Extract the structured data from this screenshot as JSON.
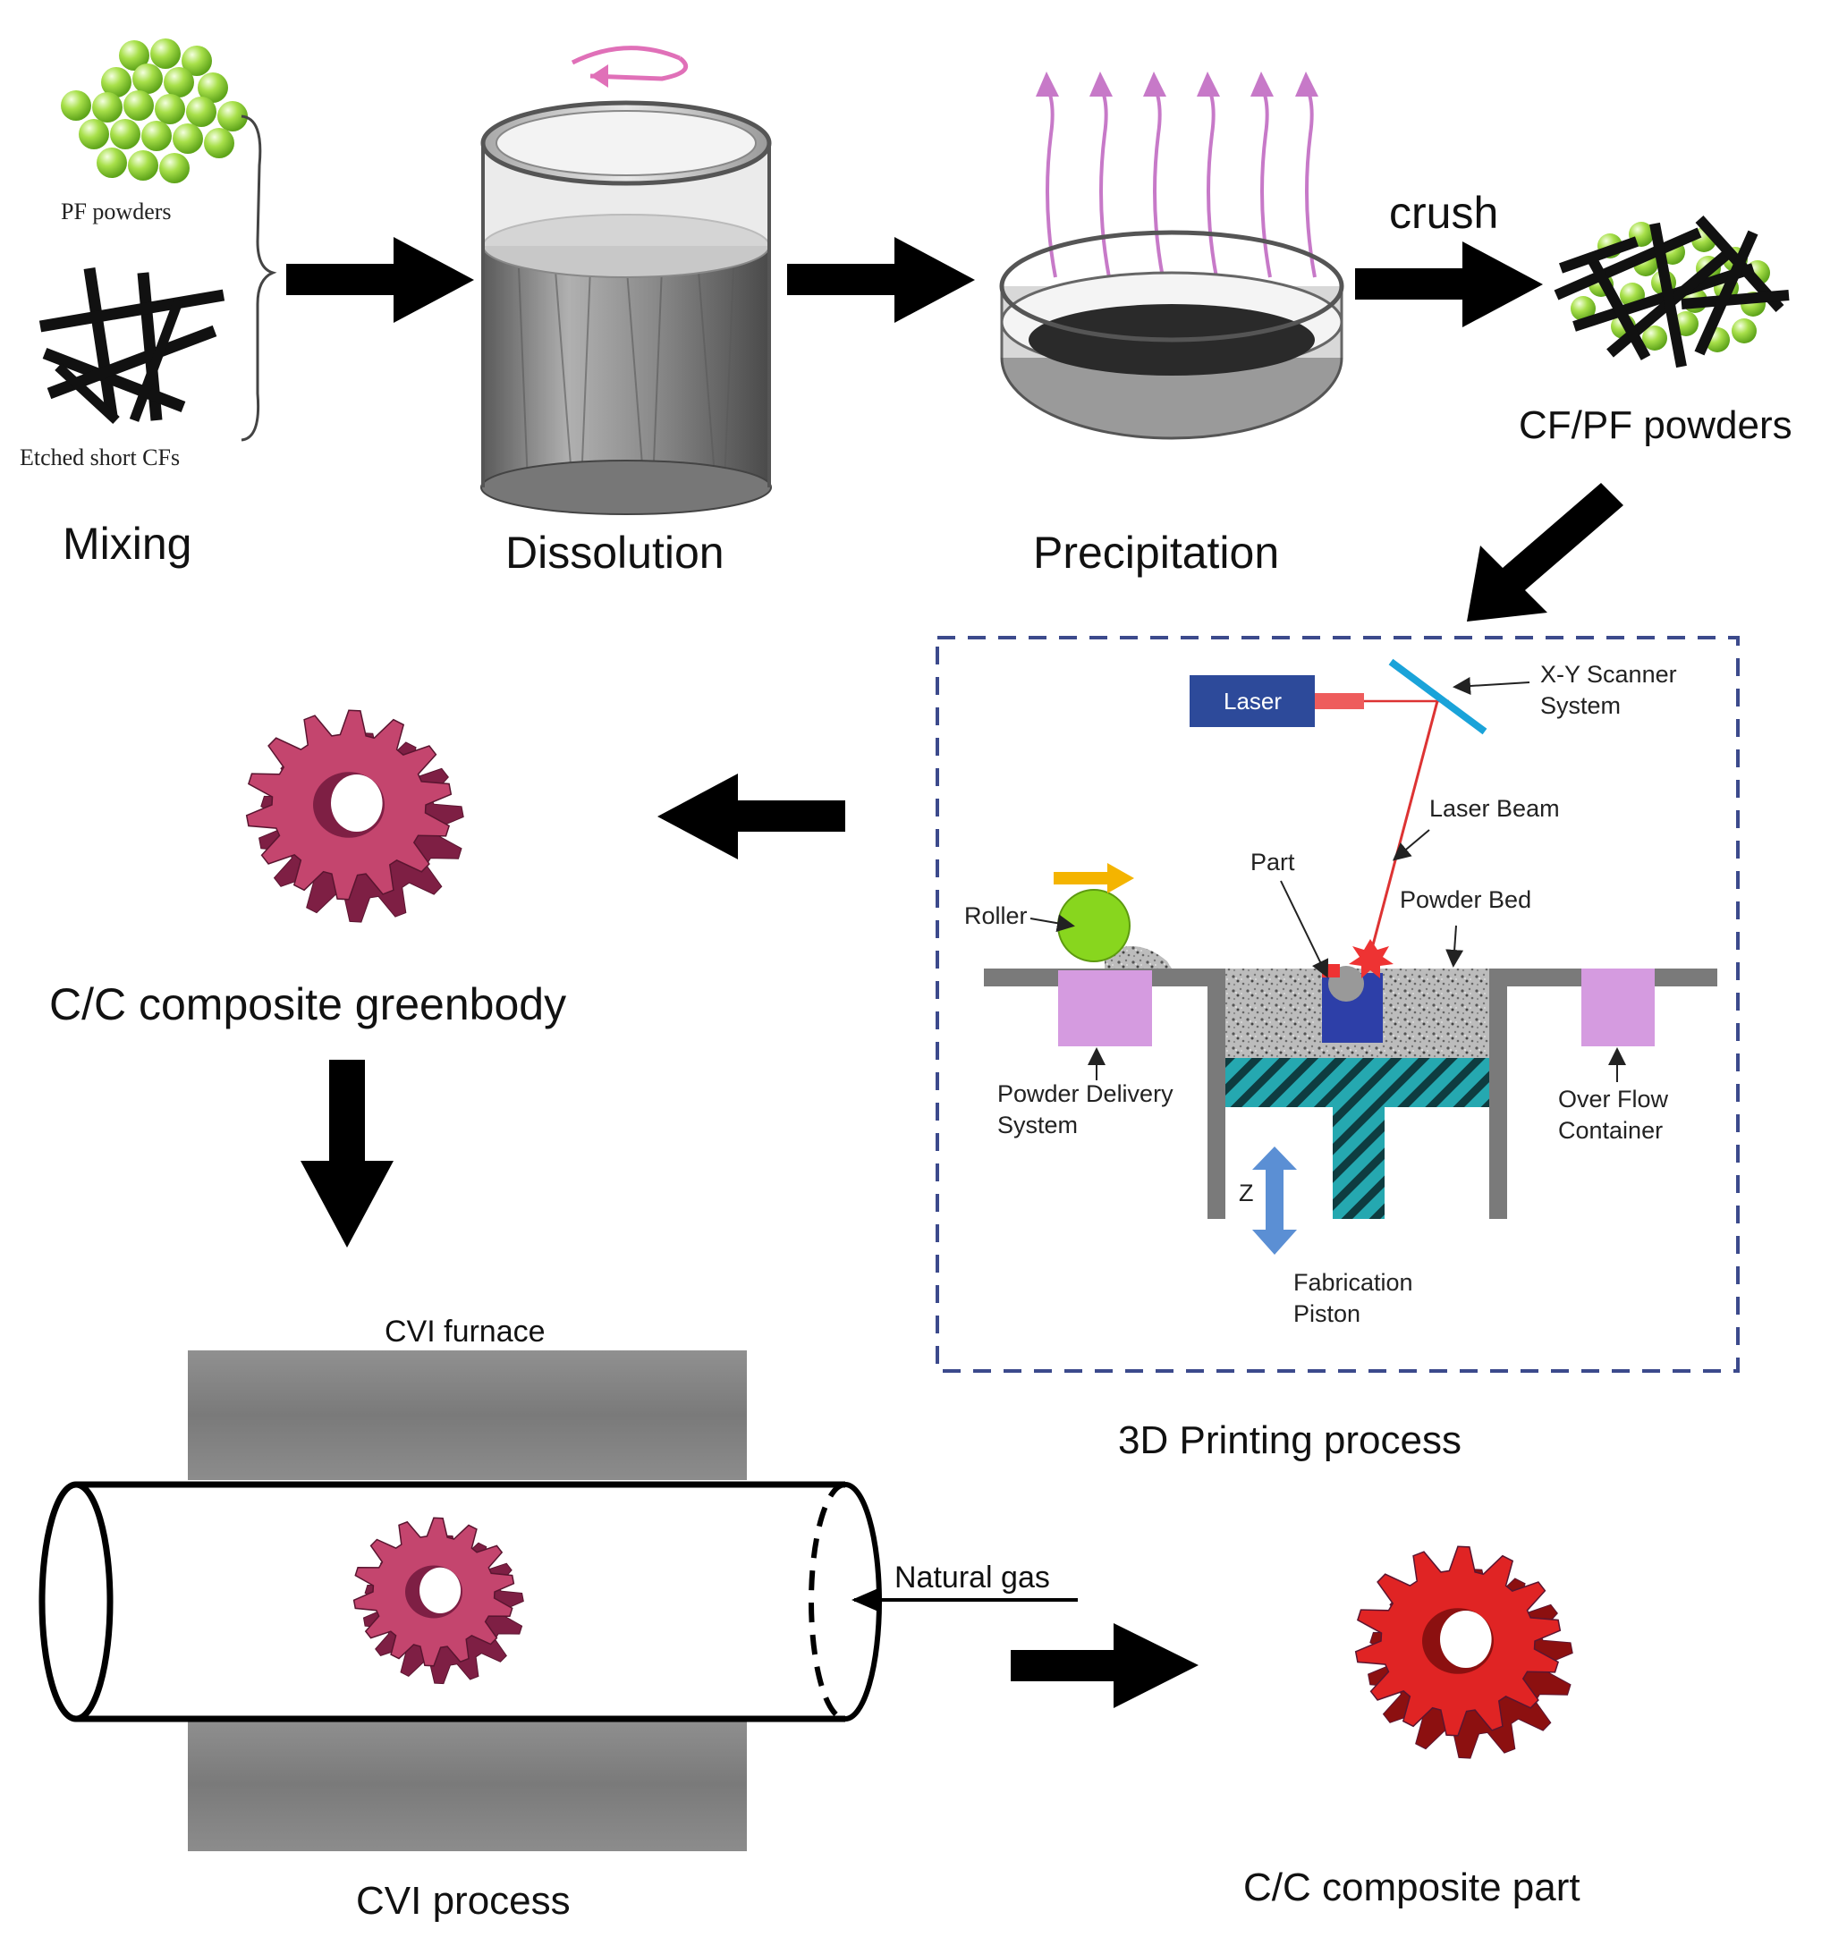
{
  "mixing": {
    "pf_powders": "PF powders",
    "etched_cfs": "Etched  short  CFs",
    "title": "Mixing"
  },
  "dissolution": {
    "title": "Dissolution"
  },
  "precipitation": {
    "title": "Precipitation"
  },
  "crush": {
    "label": "crush",
    "product": "CF/PF powders"
  },
  "printing": {
    "title": "3D Printing process",
    "laser": "Laser",
    "scanner_line1": "X-Y Scanner",
    "scanner_line2": "System",
    "laser_beam": "Laser Beam",
    "part": "Part",
    "powder_bed": "Powder Bed",
    "roller": "Roller",
    "powder_delivery_line1": "Powder Delivery",
    "powder_delivery_line2": "System",
    "overflow_line1": "Over Flow",
    "overflow_line2": "Container",
    "z_axis": "Z",
    "piston_line1": "Fabrication",
    "piston_line2": "Piston"
  },
  "greenbody": {
    "title": "C/C  composite greenbody"
  },
  "cvi": {
    "furnace": "CVI furnace",
    "natural_gas": "Natural gas",
    "title": "CVI process"
  },
  "final": {
    "title": "C/C composite part"
  },
  "colors": {
    "arrow": "#000000",
    "pf_green": "#8ed13a",
    "gear_pink": "#c4456e",
    "gear_red": "#e02424",
    "frame_blue": "#3c4a8c",
    "laser_blue": "#2d4a9a",
    "scanner_cyan": "#1aa3d9",
    "piston_teal": "#25a8b0",
    "roller_green": "#88d61e",
    "box_violet": "#d59be0",
    "furnace_gray": "#7d7d7d",
    "vapor_violet": "#c779c8"
  }
}
